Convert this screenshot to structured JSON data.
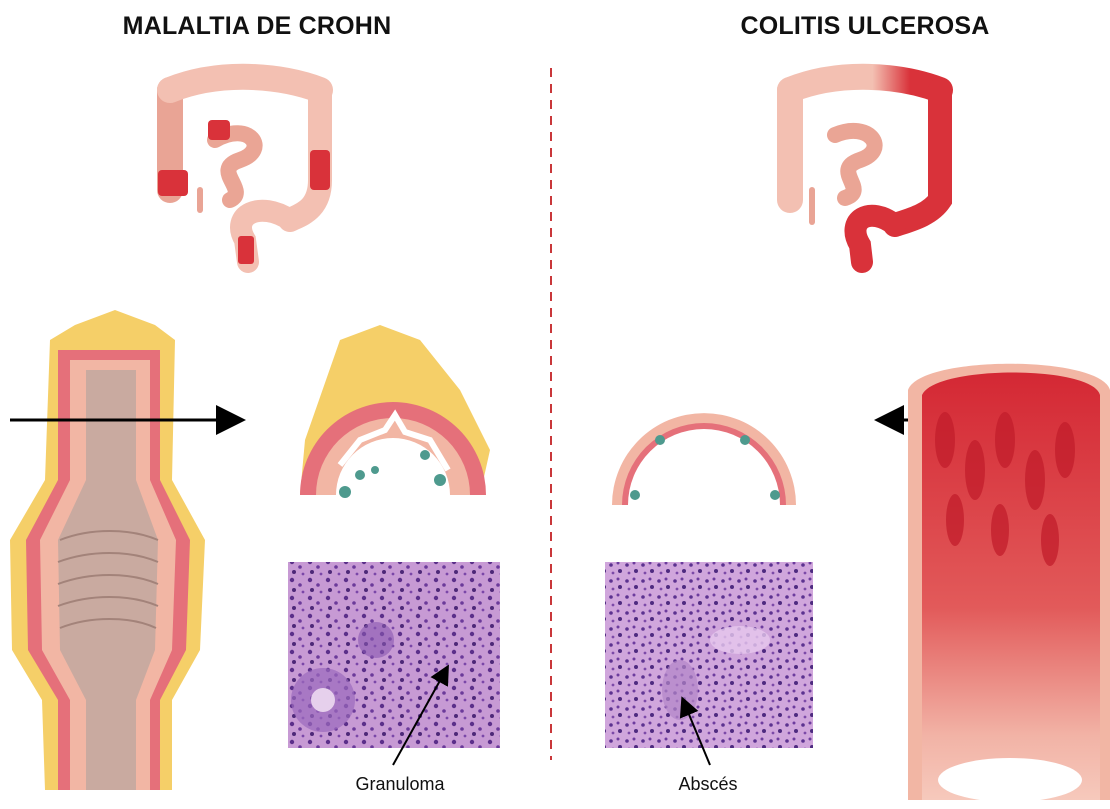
{
  "titles": {
    "left": "MALALTIA DE CROHN",
    "right": "COLITIS ULCEROSA"
  },
  "captions": {
    "left": "Granuloma",
    "right": "Abscés"
  },
  "colors": {
    "mucosa_pink": "#f2b6a4",
    "inflamed_red": "#d9323a",
    "fat_yellow": "#f5cf68",
    "divider": "#c9373a",
    "histology_purple": "#b47cc4",
    "granuloma_teal": "#4e9a8e"
  }
}
